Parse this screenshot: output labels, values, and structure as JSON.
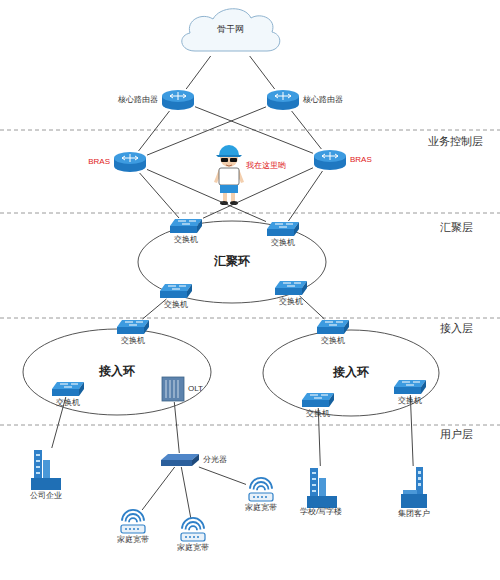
{
  "diagram": {
    "nodes": [
      {
        "text": [
          "骨干网"
        ]
      },
      {
        "text": [
          "核心路由器"
        ]
      },
      {
        "text": [
          "核心路由器"
        ]
      },
      {
        "text": [
          "BRAS"
        ]
      },
      {
        "text": [
          "BRAS"
        ]
      },
      {
        "text": [
          "汇聚环"
        ]
      },
      {
        "text": [
          "交换机"
        ]
      },
      {
        "text": [
          "交换机"
        ]
      },
      {
        "text": [
          "交换机"
        ]
      },
      {
        "text": [
          "交换机"
        ]
      },
      {
        "text": [
          "接入环"
        ]
      },
      {
        "text": [
          "接入环"
        ]
      },
      {
        "text": [
          "交换机"
        ]
      },
      {
        "text": [
          "交换机"
        ]
      },
      {
        "text": [
          "交换机"
        ]
      },
      {
        "text": [
          "OLT"
        ]
      },
      {
        "text": [
          "交换机"
        ]
      },
      {
        "text": [
          "交换机"
        ]
      },
      {
        "text": [
          "公司企业"
        ]
      },
      {
        "text": [
          "分光器"
        ]
      },
      {
        "text": [
          "家庭宽带"
        ]
      },
      {
        "text": [
          "学校/写字楼"
        ]
      },
      {
        "text": [
          "集团客户"
        ]
      },
      {
        "text": [
          "家庭宽带"
        ]
      },
      {
        "text": [
          "家庭宽带"
        ]
      }
    ],
    "edges": [
      {
        "from": 0,
        "to": 1,
        "arrow": "none"
      },
      {
        "from": 0,
        "to": 2,
        "arrow": "none"
      },
      {
        "from": 1,
        "to": 3,
        "arrow": "none"
      },
      {
        "from": 1,
        "to": 4,
        "arrow": "none"
      },
      {
        "from": 2,
        "to": 3,
        "arrow": "none"
      },
      {
        "from": 2,
        "to": 4,
        "arrow": "none"
      },
      {
        "from": 3,
        "to": 6,
        "arrow": "none"
      },
      {
        "from": 3,
        "to": 7,
        "arrow": "none"
      },
      {
        "from": 4,
        "to": 6,
        "arrow": "none"
      },
      {
        "from": 4,
        "to": 7,
        "arrow": "none"
      },
      {
        "from": 8,
        "to": 12,
        "arrow": "none"
      },
      {
        "from": 9,
        "to": 13,
        "arrow": "none"
      },
      {
        "from": 14,
        "to": 18,
        "arrow": "none"
      },
      {
        "from": 15,
        "to": 19,
        "arrow": "none"
      },
      {
        "from": 19,
        "to": 20,
        "arrow": "none"
      },
      {
        "from": 19,
        "to": 23,
        "arrow": "none"
      },
      {
        "from": 19,
        "to": 24,
        "arrow": "none"
      },
      {
        "from": 16,
        "to": 21,
        "arrow": "none"
      },
      {
        "from": 17,
        "to": 22,
        "arrow": "none"
      }
    ],
    "labels": [
      "业务控制层",
      "汇聚层",
      "接入层",
      "用户层",
      "我在这里哟"
    ]
  }
}
